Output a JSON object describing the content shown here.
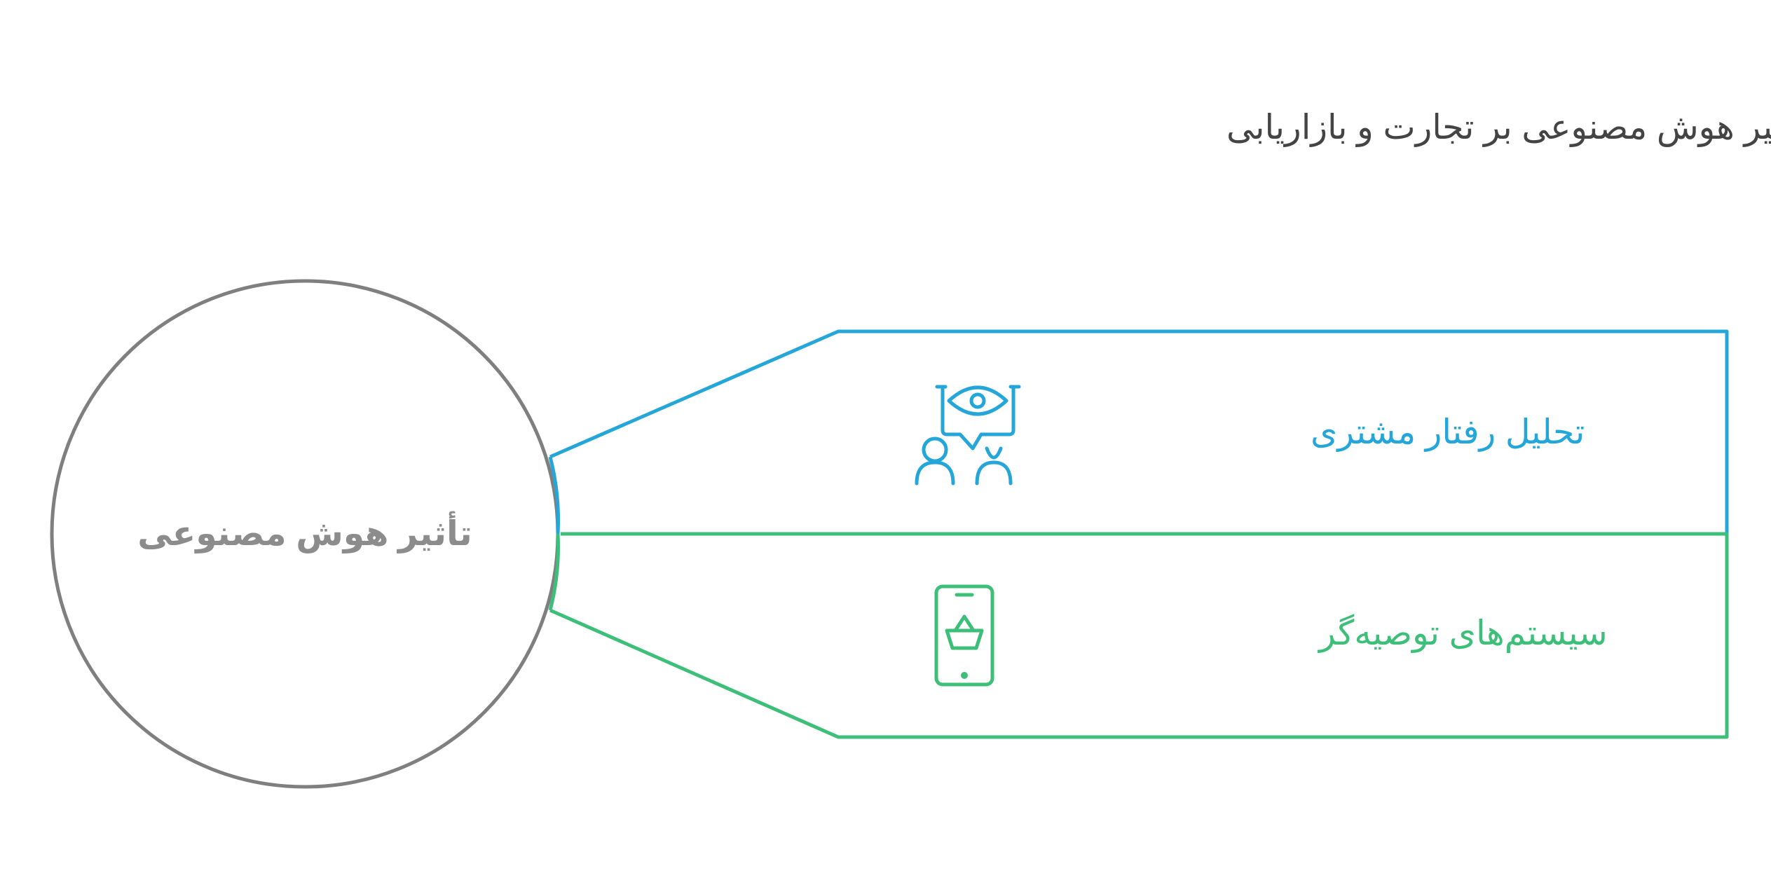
{
  "title": "کشف تأثیر هوش مصنوعی بر تجارت و بازاریابی",
  "center": {
    "label": "تأثیر هوش مصنوعی",
    "color": "#7f7f7f"
  },
  "branches": [
    {
      "label": "تحلیل رفتار مشتری",
      "color": "#24a6d9",
      "icon": "customer-eye-icon"
    },
    {
      "label": "سیستم‌های توصیه‌گر",
      "color": "#3dbf79",
      "icon": "mobile-basket-icon"
    }
  ]
}
